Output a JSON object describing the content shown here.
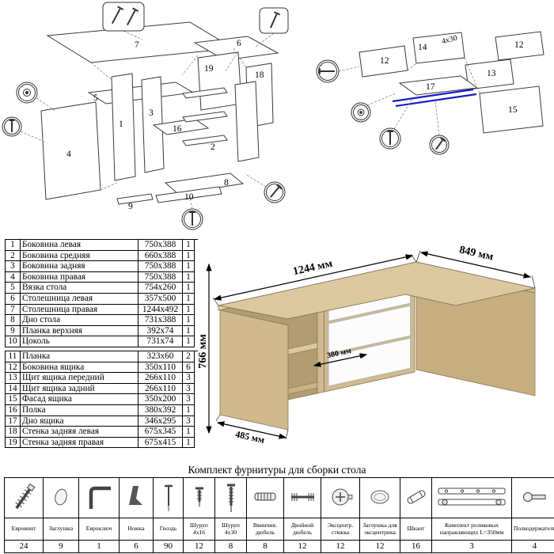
{
  "diagram_left": {
    "labels": [
      "7",
      "6",
      "19",
      "18",
      "5",
      "1",
      "3",
      "16",
      "2",
      "4",
      "8",
      "10",
      "9"
    ]
  },
  "diagram_right": {
    "labels": [
      "12",
      "14",
      "12",
      "13",
      "17",
      "15"
    ],
    "annotation": "4x30"
  },
  "desk_view": {
    "dimensions": {
      "width": "1244 мм",
      "depth": "849 мм",
      "height": "766 мм",
      "shelf_depth": "380 мм",
      "side_depth": "485 мм"
    },
    "colors": {
      "wood": "#dbc89f",
      "wood_side": "#c6ae80",
      "drawer_front": "#fcfcfc"
    }
  },
  "parts_table": {
    "sections": [
      {
        "rows": [
          {
            "num": "1",
            "name": "Боковина левая",
            "size": "750x388",
            "qty": "1"
          },
          {
            "num": "2",
            "name": "Боковина средняя",
            "size": "660x388",
            "qty": "1"
          },
          {
            "num": "3",
            "name": "Боковина задняя",
            "size": "750x388",
            "qty": "1"
          },
          {
            "num": "4",
            "name": "Боковина правая",
            "size": "750x388",
            "qty": "1"
          },
          {
            "num": "5",
            "name": "Вязка стола",
            "size": "754x260",
            "qty": "1"
          },
          {
            "num": "6",
            "name": "Столешница левая",
            "size": "357x500",
            "qty": "1"
          },
          {
            "num": "7",
            "name": "Столешница правая",
            "size": "1244x492",
            "qty": "1"
          },
          {
            "num": "8",
            "name": "Дно стола",
            "size": "731x388",
            "qty": "1"
          },
          {
            "num": "9",
            "name": "Планка верхняя",
            "size": "392x74",
            "qty": "1"
          },
          {
            "num": "10",
            "name": "Цоколь",
            "size": "731x74",
            "qty": "1"
          }
        ]
      },
      {
        "rows": [
          {
            "num": "11",
            "name": "Планка",
            "size": "323x60",
            "qty": "2"
          },
          {
            "num": "12",
            "name": "Боковина ящика",
            "size": "350x110",
            "qty": "6"
          },
          {
            "num": "13",
            "name": "Щит ящика передний",
            "size": "266x110",
            "qty": "3"
          },
          {
            "num": "14",
            "name": "Щит ящика задний",
            "size": "266x110",
            "qty": "3"
          },
          {
            "num": "15",
            "name": "Фасад ящика",
            "size": "350x200",
            "qty": "3"
          },
          {
            "num": "16",
            "name": "Полка",
            "size": "380x392",
            "qty": "1"
          },
          {
            "num": "17",
            "name": "Дно ящика",
            "size": "346x295",
            "qty": "3"
          },
          {
            "num": "18",
            "name": "Стенка задняя левая",
            "size": "675x345",
            "qty": "1"
          },
          {
            "num": "19",
            "name": "Стенка задняя правая",
            "size": "675x415",
            "qty": "1"
          }
        ]
      }
    ]
  },
  "hardware_kit": {
    "title": "Комплект фурнитуры для сборки стола",
    "items": [
      {
        "name": "Евровинт",
        "qty": "24",
        "icon": "confirmat-screw-icon"
      },
      {
        "name": "Заглушка",
        "qty": "9",
        "icon": "cap-icon"
      },
      {
        "name": "Евроключ",
        "qty": "1",
        "icon": "hex-key-icon"
      },
      {
        "name": "Ножка",
        "qty": "6",
        "icon": "foot-icon"
      },
      {
        "name": "Гвоздь",
        "qty": "90",
        "icon": "nail-icon"
      },
      {
        "name": "Шуруп 4x16",
        "qty": "12",
        "icon": "screw-small-icon"
      },
      {
        "name": "Шуруп 4x30",
        "qty": "8",
        "icon": "screw-large-icon"
      },
      {
        "name": "Ввинчив. дюбель",
        "qty": "8",
        "icon": "insert-dowel-icon"
      },
      {
        "name": "Двойной дюбель",
        "qty": "12",
        "icon": "double-dowel-icon"
      },
      {
        "name": "Эксцентр. стяжка",
        "qty": "12",
        "icon": "cam-lock-icon"
      },
      {
        "name": "Заглушка для эксцентрика",
        "qty": "12",
        "icon": "cam-cap-icon"
      },
      {
        "name": "Шкант",
        "qty": "16",
        "icon": "wood-dowel-icon"
      },
      {
        "name": "Комплект роликовых направляющих L=350мм",
        "qty": "3",
        "icon": "drawer-slides-icon"
      },
      {
        "name": "Полкодержатель",
        "qty": "4",
        "icon": "shelf-support-icon"
      }
    ]
  }
}
